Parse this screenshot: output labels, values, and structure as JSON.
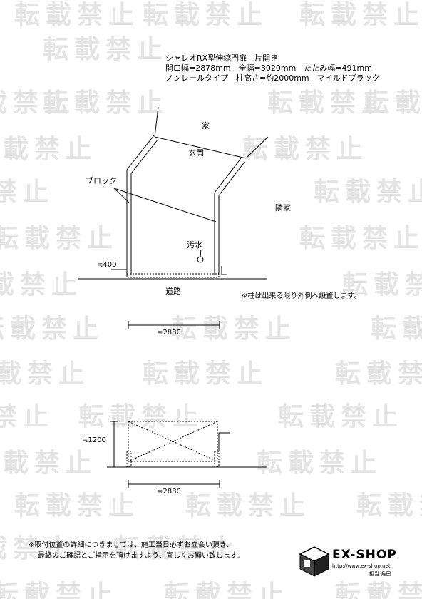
{
  "watermark": "転載禁止",
  "spec": {
    "line1": "シャレオRX型伸縮門扉　片開き",
    "line2": "開口幅=2878mm　全幅=3020mm　たたみ幅=491mm",
    "line3": "ノンレールタイプ　柱高さ=約2000mm　マイルドブラック"
  },
  "plan": {
    "house": "家",
    "entrance": "玄関",
    "block": "ブロック",
    "neighbor": "隣家",
    "sewage": "汚水",
    "road": "道路",
    "dim_400": "≒400",
    "dim_2880": "≒2880",
    "note": "※柱は出来る限り外側へ設置します。"
  },
  "elevation": {
    "dim_1200": "≒1200",
    "dim_2880": "≒2880"
  },
  "footer": {
    "note1": "※取付位置の詳細につきましては、施工当日必ずお立会い頂き、",
    "note2": "最終のご確認とご指示を頂けますよう、宜しくお願い致します。"
  },
  "logo": {
    "name": "EX-SHOP",
    "url": "http://www.ex-shop.net",
    "staff": "担当:角田"
  }
}
